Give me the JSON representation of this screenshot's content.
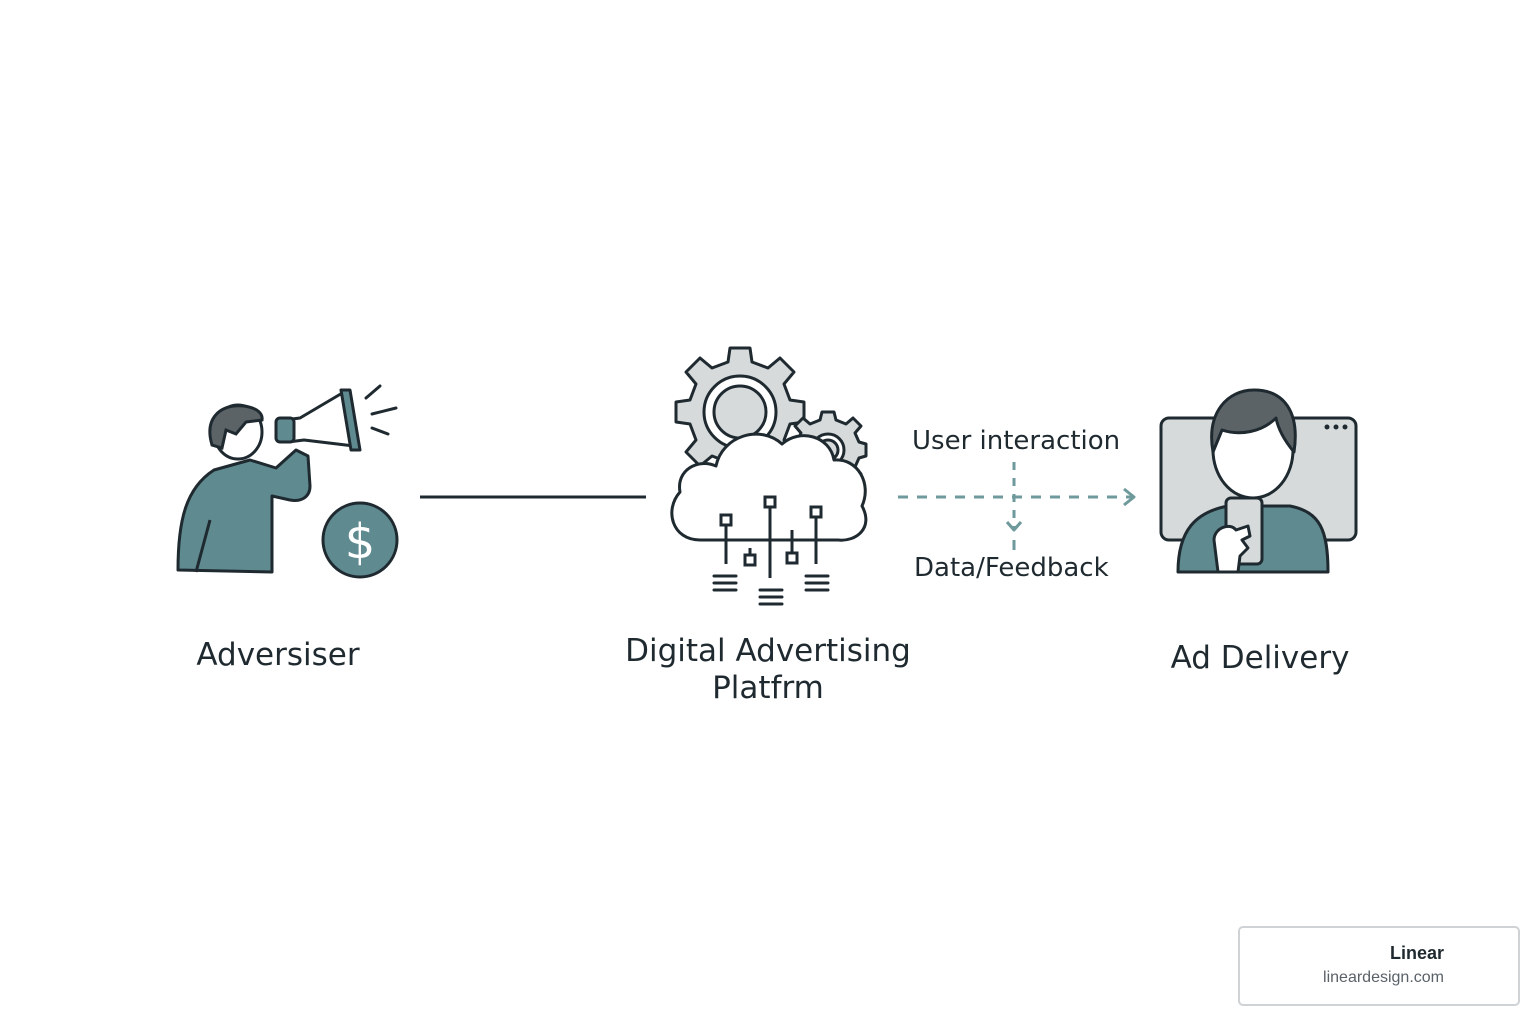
{
  "nodes": {
    "advertiser": {
      "label": "Adversiser"
    },
    "platform": {
      "label_line1": "Digital Advertising",
      "label_line2": "Platfrm"
    },
    "delivery": {
      "label": "Ad Delivery"
    }
  },
  "flows": {
    "user_interaction": "User interaction",
    "data_feedback": "Data/Feedback"
  },
  "badge": {
    "name": "Linear",
    "url": "lineardesign.com"
  },
  "icons": {
    "advertiser": "person-with-megaphone-icon",
    "money": "dollar-coin-icon",
    "platform": "cloud-gears-icon",
    "delivery": "person-with-phone-screen-icon",
    "logo": "linear-logo-icon"
  },
  "colors": {
    "teal": "#5e8a90",
    "dark": "#1f2a30",
    "gray_fill": "#d6dadb",
    "dark_gray": "#5c6366",
    "dashed_arrow": "#6e9a9c",
    "logo_blue": "#1a2a8c"
  }
}
